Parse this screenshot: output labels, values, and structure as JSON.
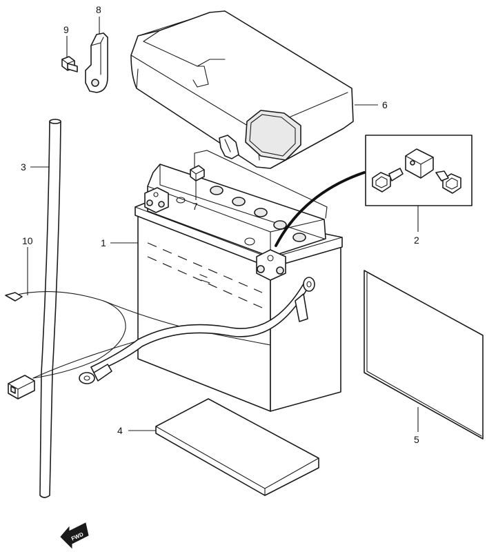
{
  "callouts": {
    "c1": "1",
    "c2": "2",
    "c3": "3",
    "c4": "4",
    "c5": "5",
    "c6": "6",
    "c7": "7",
    "c8": "8",
    "c9": "9",
    "c10": "10"
  },
  "direction_indicator": {
    "label": "FWD",
    "icon": "forward-arrow-icon"
  }
}
